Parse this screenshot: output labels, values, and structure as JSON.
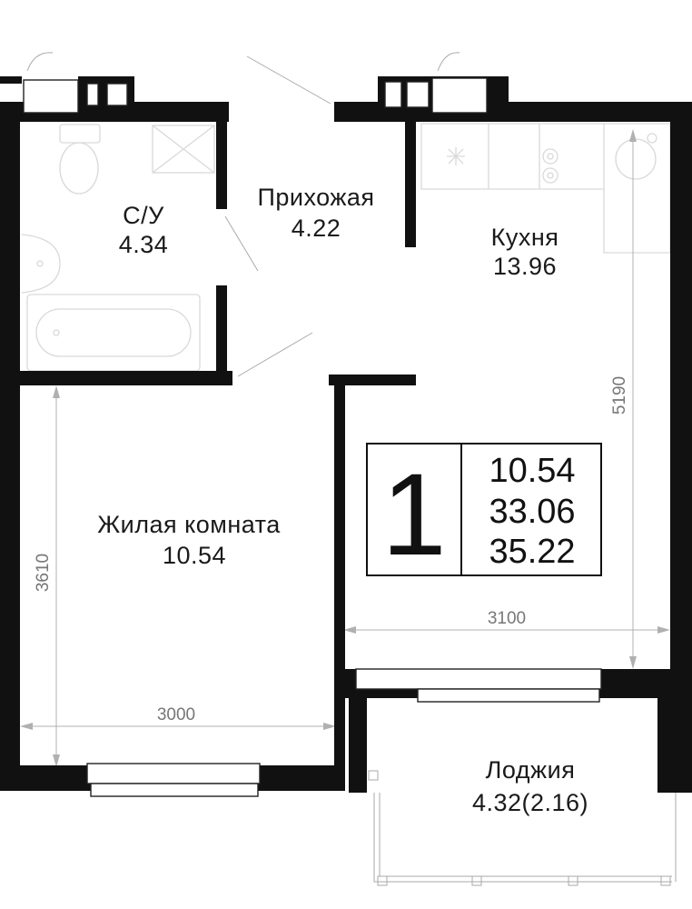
{
  "rooms": {
    "bathroom": {
      "name": "С/У",
      "area": "4.34"
    },
    "hallway": {
      "name": "Прихожая",
      "area": "4.22"
    },
    "kitchen": {
      "name": "Кухня",
      "area": "13.96"
    },
    "living_room": {
      "name": "Жилая комната",
      "area": "10.54"
    },
    "loggia": {
      "name": "Лоджия",
      "area": "4.32(2.16)"
    }
  },
  "dimensions": {
    "living_width": "3000",
    "living_length": "3610",
    "kitchen_width": "3100",
    "kitchen_length": "5190"
  },
  "summary": {
    "rooms_count": "1",
    "living_area": "10.54",
    "total_area": "33.06",
    "total_area_with_loggia": "35.22"
  },
  "colors": {
    "wall": "#111111",
    "fixture": "#d9d9d9",
    "dimension": "#b0b0b0"
  }
}
